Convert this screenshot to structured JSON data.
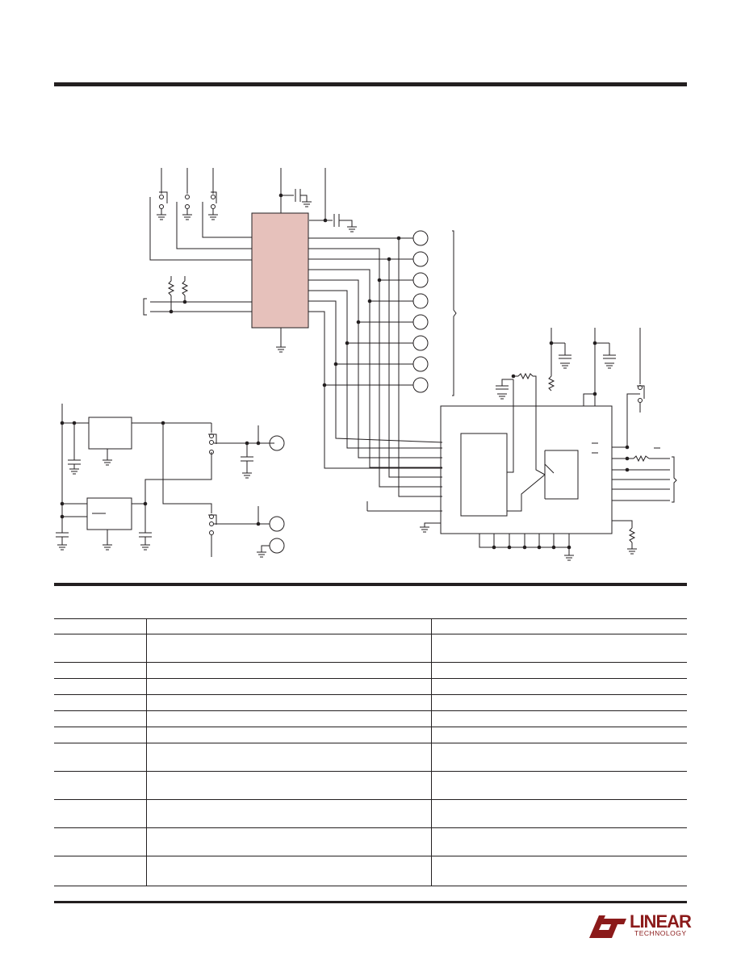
{
  "page": {
    "title": "",
    "section_heading_top": "",
    "section_heading_table": ""
  },
  "colors": {
    "ink": "#231f20",
    "ic_fill": "#e6c1bb",
    "brand": "#8b1a1a"
  },
  "schematic": {
    "connector_count": 8,
    "output_jacks": 3
  },
  "bom_table": {
    "columns": [
      "",
      "",
      ""
    ],
    "rows": 11
  },
  "logo": {
    "main": "LINEAR",
    "sub": "TECHNOLOGY"
  }
}
